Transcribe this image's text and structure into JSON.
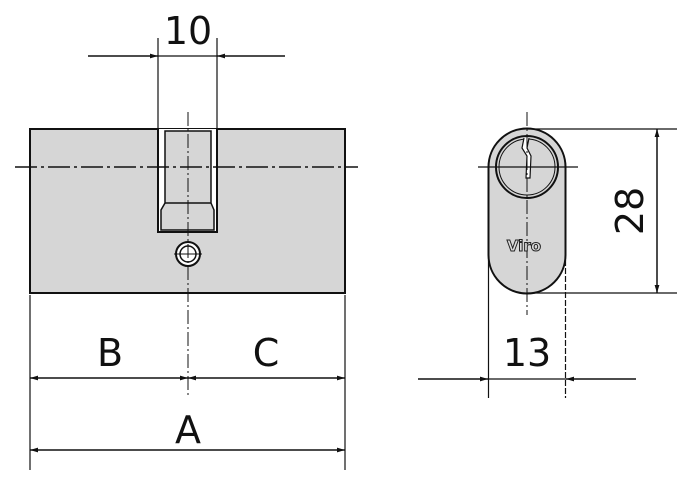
{
  "colors": {
    "body": "#d6d6d6",
    "line": "#111111",
    "background": "#ffffff"
  },
  "front_view": {
    "slot_width_label": "10",
    "left_length_label": "B",
    "right_length_label": "C",
    "total_length_label": "A"
  },
  "side_view": {
    "brand": "Viro",
    "height_label": "28",
    "width_label": "13"
  }
}
